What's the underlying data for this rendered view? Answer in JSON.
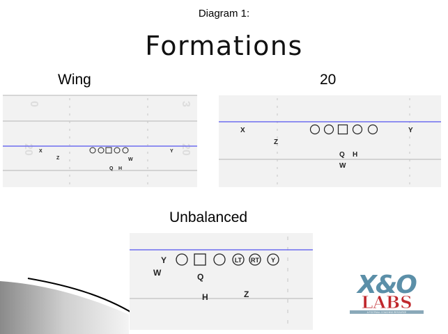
{
  "header": {
    "caption": "Diagram 1:",
    "title": "Formations"
  },
  "formations": [
    {
      "name": "Wing",
      "yard_numbers": [
        "0",
        "3",
        "20",
        "20"
      ],
      "players": [
        "X",
        "Z",
        "W",
        "Y",
        "Q",
        "H"
      ]
    },
    {
      "name": "20",
      "players": [
        "X",
        "Y",
        "Z",
        "Q",
        "H",
        "W"
      ]
    },
    {
      "name": "Unbalanced",
      "players": [
        "Y",
        "LT",
        "RT",
        "Y",
        "W",
        "Q",
        "H",
        "Z"
      ]
    }
  ],
  "logo": {
    "text_top": "X&O",
    "text_bottom": "LABS",
    "tagline": "A FOOTBALL COACHING RESOURCE",
    "colors": {
      "x_o": "#5b8fa8",
      "labs": "#c0282d"
    }
  },
  "colors": {
    "scrimmage_line": "#6d6df0",
    "field": "#f2f2f2",
    "yard_line": "#b4b4b4"
  }
}
